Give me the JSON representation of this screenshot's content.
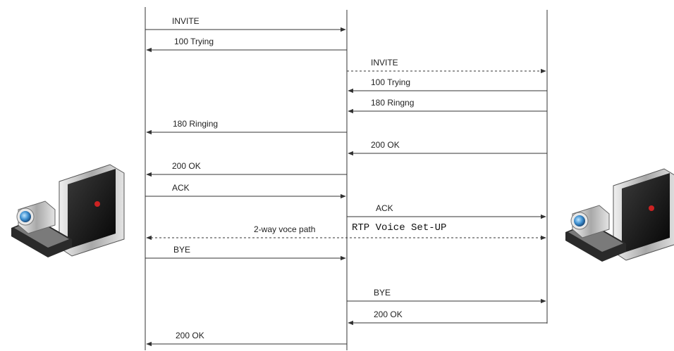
{
  "diagram": {
    "messages": [
      {
        "label": "INVITE",
        "from": "left",
        "to": "middle",
        "style": "solid"
      },
      {
        "label": "100 Trying",
        "from": "middle",
        "to": "left",
        "style": "solid"
      },
      {
        "label": "INVITE",
        "from": "middle",
        "to": "right",
        "style": "dashed"
      },
      {
        "label": "100 Trying",
        "from": "right",
        "to": "middle",
        "style": "solid"
      },
      {
        "label": "180 Ringng",
        "from": "right",
        "to": "middle",
        "style": "solid"
      },
      {
        "label": "180 Ringing",
        "from": "middle",
        "to": "left",
        "style": "solid"
      },
      {
        "label": "200 OK",
        "from": "right",
        "to": "middle",
        "style": "solid"
      },
      {
        "label": "200 OK",
        "from": "middle",
        "to": "left",
        "style": "solid"
      },
      {
        "label": "ACK",
        "from": "left",
        "to": "middle",
        "style": "solid"
      },
      {
        "label": "ACK",
        "from": "middle",
        "to": "right",
        "style": "solid"
      },
      {
        "label": "2-way voce path",
        "from": "left",
        "to": "right",
        "style": "dashed",
        "bidirectional": true
      },
      {
        "label": "BYE",
        "from": "left",
        "to": "middle",
        "style": "solid"
      },
      {
        "label": "BYE",
        "from": "middle",
        "to": "right",
        "style": "solid"
      },
      {
        "label": "200 OK",
        "from": "right",
        "to": "middle",
        "style": "solid"
      },
      {
        "label": "200 OK",
        "from": "middle",
        "to": "left",
        "style": "solid"
      }
    ],
    "rtp_label": "RTP Voice Set-UP",
    "colors": {
      "line": "#333333",
      "device_dark": "#1a1a1a",
      "device_silver": "#c8c8c8",
      "camera_blue": "#4aa3df",
      "logo_red": "#cc2222"
    }
  }
}
